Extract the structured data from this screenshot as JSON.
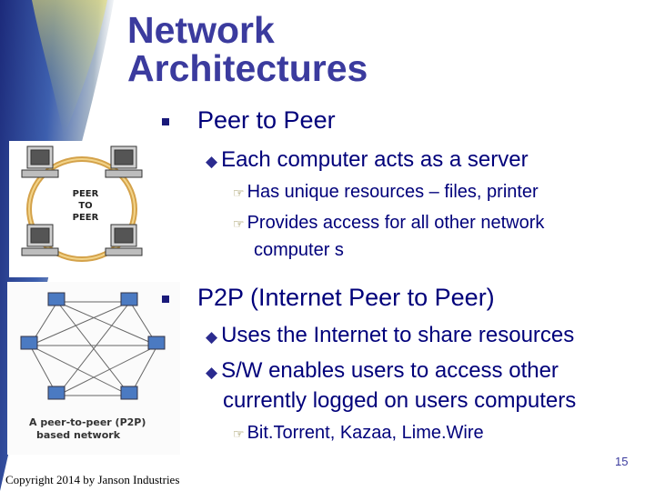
{
  "slide": {
    "title_line1": "Network",
    "title_line2": "Architectures",
    "bullet1": "Peer to Peer",
    "bullet1_sub1": "Each computer acts as a server",
    "bullet1_sub1_item1": "Has unique resources – files, printer",
    "bullet1_sub1_item2_line1": "Provides access for all other network",
    "bullet1_sub1_item2_line2": "computer s",
    "bullet2": "P2P (Internet Peer to Peer)",
    "bullet2_sub1": "Uses the Internet to share resources",
    "bullet2_sub2_line1": "S/W enables users to access other",
    "bullet2_sub2_line2": "currently logged on users computers",
    "bullet2_sub2_item1": "Bit.Torrent, Kazaa, Lime.Wire",
    "page_number": "15",
    "copyright": "Copyright 2014 by Janson Industries"
  },
  "figures": {
    "peer_circle_label_1": "PEER",
    "peer_circle_label_2": "TO",
    "peer_circle_label_3": "PEER",
    "p2p_caption_line1": "A peer-to-peer (P2P)",
    "p2p_caption_line2": "based network"
  },
  "colors": {
    "title": "#3b3b9e",
    "text": "#00007a",
    "sidebar_dark": "#1c2a7a",
    "sidebar_light": "#d8d850"
  }
}
